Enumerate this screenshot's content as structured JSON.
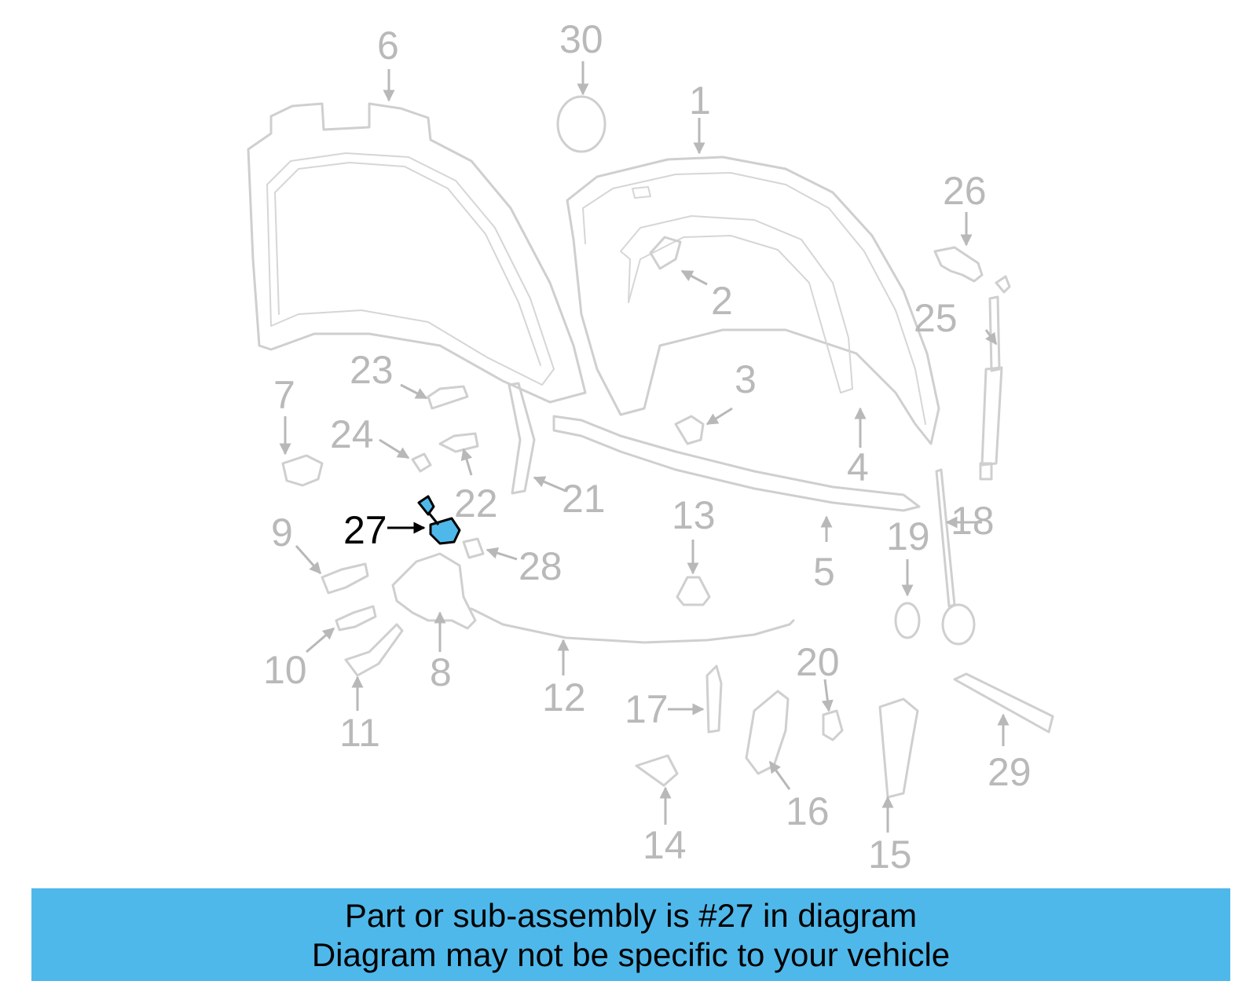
{
  "callouts": {
    "c1": "1",
    "c2": "2",
    "c3": "3",
    "c4": "4",
    "c5": "5",
    "c6": "6",
    "c7": "7",
    "c8": "8",
    "c9": "9",
    "c10": "10",
    "c11": "11",
    "c12": "12",
    "c13": "13",
    "c14": "14",
    "c15": "15",
    "c16": "16",
    "c17": "17",
    "c18": "18",
    "c19": "19",
    "c20": "20",
    "c21": "21",
    "c22": "22",
    "c23": "23",
    "c24": "24",
    "c25": "25",
    "c26": "26",
    "c27": "27",
    "c28": "28",
    "c29": "29",
    "c30": "30"
  },
  "highlight": {
    "part_number": "27",
    "color": "#4fb8ea"
  },
  "banner": {
    "line1": "Part or sub-assembly is #27 in diagram",
    "line2": "Diagram may not be specific to your vehicle",
    "background": "#4fb8ea"
  }
}
